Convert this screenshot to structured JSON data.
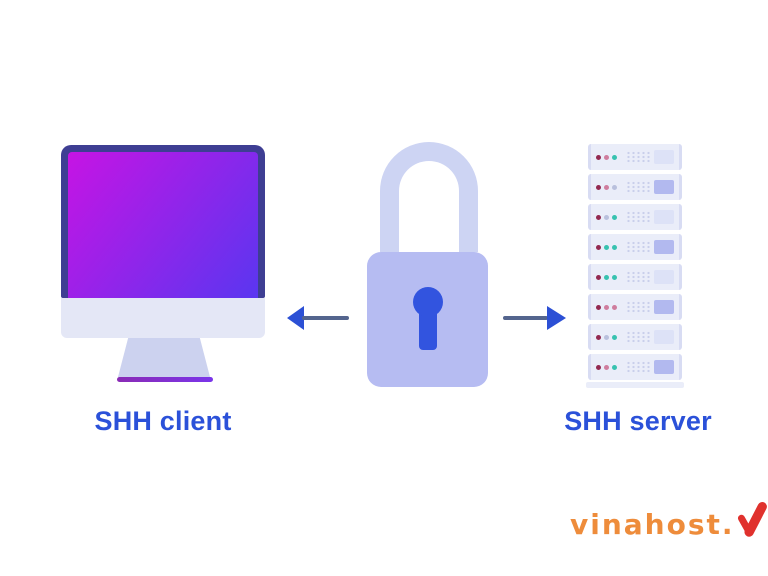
{
  "canvas": {
    "background": "#ffffff"
  },
  "diagram": {
    "client": {
      "label": "SHH client",
      "icon": "desktop-monitor"
    },
    "lock": {
      "icon": "padlock"
    },
    "arrows": {
      "left": "arrow-left",
      "right": "arrow-right"
    },
    "server": {
      "label": "SHH server",
      "icon": "server-rack",
      "units": [
        {
          "leds": [
            "#932950",
            "#cf7d9e",
            "#38c2b0"
          ],
          "panel": "light"
        },
        {
          "leds": [
            "#932950",
            "#cf7d9e",
            "#b9c0dd"
          ],
          "panel": "dark"
        },
        {
          "leds": [
            "#932950",
            "#b9c0dd",
            "#38c2b0"
          ],
          "panel": "light"
        },
        {
          "leds": [
            "#932950",
            "#38c2b0",
            "#38c2b0"
          ],
          "panel": "dark"
        },
        {
          "leds": [
            "#932950",
            "#38c2b0",
            "#38c2b0"
          ],
          "panel": "light"
        },
        {
          "leds": [
            "#932950",
            "#cf7d9e",
            "#cf7d9e"
          ],
          "panel": "dark"
        },
        {
          "leds": [
            "#932950",
            "#b9c0dd",
            "#38c2b0"
          ],
          "panel": "light"
        },
        {
          "leds": [
            "#932950",
            "#cf7d9e",
            "#38c2b0"
          ],
          "panel": "dark"
        }
      ]
    }
  },
  "logo": {
    "text": "vinahost.",
    "mark": "checkmark"
  },
  "colors": {
    "canvas_bg": "#ffffff",
    "label_blue": "#2b51d9",
    "monitor_frame": "#3e3e93",
    "screen_gradient_start": "#c614e4",
    "screen_gradient_end": "#5a36f0",
    "monitor_chin": "#e4e7f6",
    "monitor_stand": "#ccd2ef",
    "monitor_base_start": "#8a2bb5",
    "monitor_base_end": "#7a35ea",
    "lock_shackle": "#cdd4f3",
    "lock_body": "#b6bcf2",
    "keyhole": "#3254df",
    "arrow_shaft": "#54658e",
    "arrow_head": "#2c50d5",
    "server_body": "#eaedf9",
    "server_edge": "#d8dcf3",
    "vent_dot": "#c9cfeb",
    "panel_light": "#dde2f7",
    "panel_dark": "#b2b9ef",
    "logo_orange": "#ee8c3b",
    "logo_red": "#e0312d"
  }
}
